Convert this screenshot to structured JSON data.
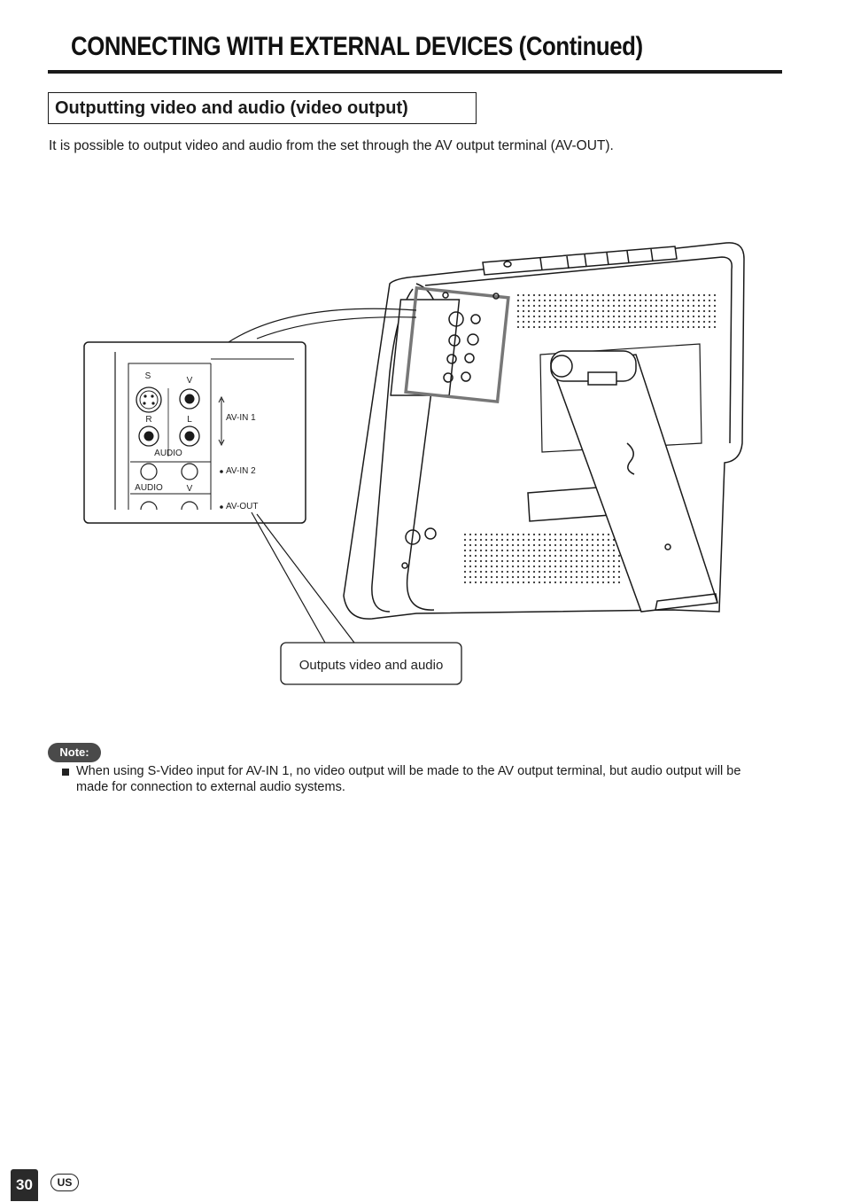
{
  "header": {
    "title": "CONNECTING WITH EXTERNAL DEVICES (Continued)"
  },
  "section": {
    "heading": "Outputting video and audio (video output)",
    "intro": "It is possible to output video and audio from the set through the AV output terminal (AV-OUT)."
  },
  "figure": {
    "terminal_labels": {
      "s": "S",
      "v_top": "V",
      "r": "R",
      "l": "L",
      "audio_top": "AUDIO",
      "audio_bottom": "AUDIO",
      "v_bottom": "V",
      "av_in_1": "AV-IN 1",
      "av_in_2": "AV-IN 2",
      "av_out": "AV-OUT"
    },
    "callout": "Outputs video and audio"
  },
  "note": {
    "label": "Note:",
    "items": [
      "When using S-Video input for AV-IN 1, no video output will be made to the AV output terminal, but audio output will be made for connection to external audio systems."
    ]
  },
  "footer": {
    "page_number": "30",
    "region": "US"
  }
}
